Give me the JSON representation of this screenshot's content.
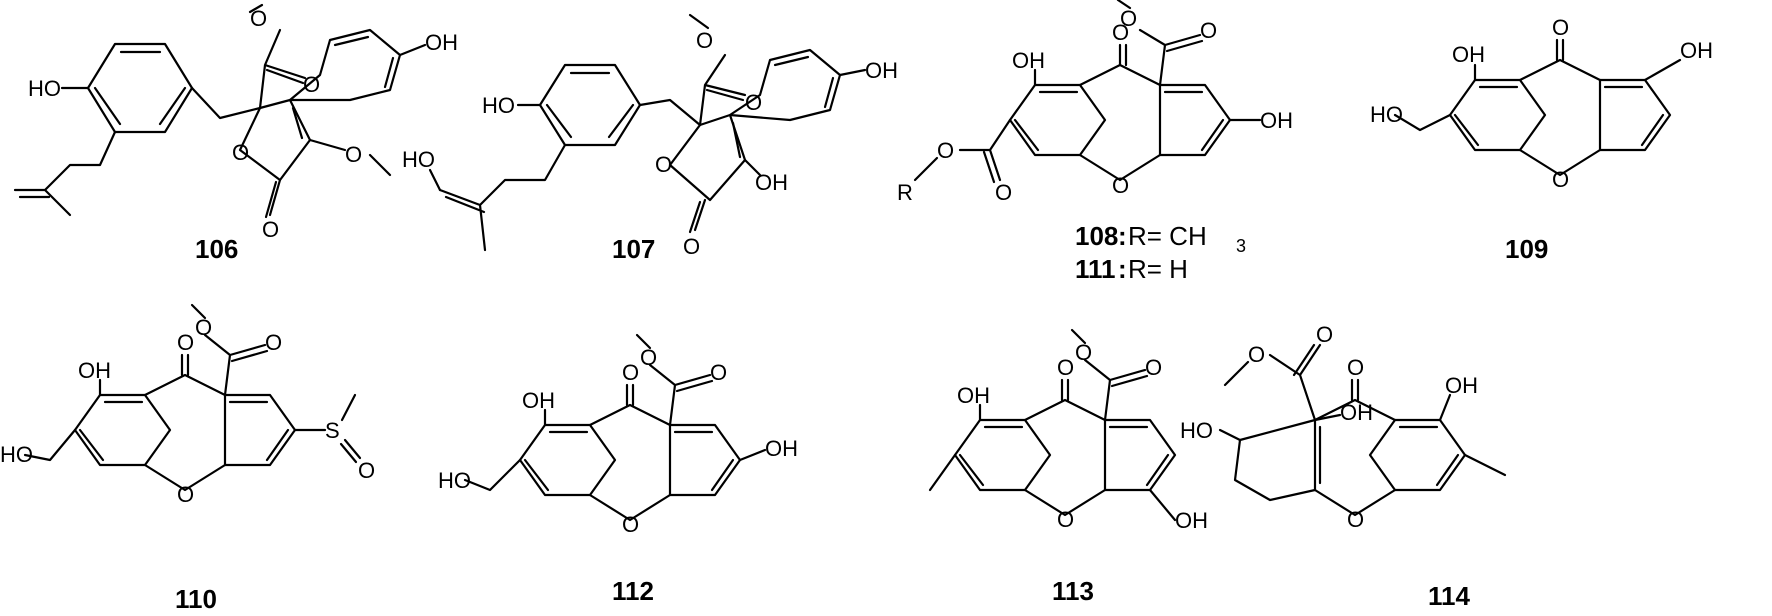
{
  "figure": {
    "compounds": [
      {
        "id": "106",
        "atom_labels": [
          "HO",
          "O",
          "O",
          "O",
          "O",
          "O",
          "OH"
        ]
      },
      {
        "id": "107",
        "atom_labels": [
          "HO",
          "HO",
          "O",
          "O",
          "O",
          "O",
          "OH",
          "OH"
        ]
      },
      {
        "id": "108",
        "substituent": "R= CH",
        "substituent_sub": "3"
      },
      {
        "id": "111",
        "substituent": "R= H"
      },
      {
        "id": "109",
        "atom_labels": [
          "OH",
          "O",
          "OH",
          "HO",
          "O"
        ]
      },
      {
        "id": "110",
        "atom_labels": [
          "O",
          "O",
          "OH",
          "O",
          "S",
          "O",
          "HO",
          "O"
        ]
      },
      {
        "id": "112",
        "atom_labels": [
          "O",
          "O",
          "OH",
          "O",
          "OH",
          "HO",
          "O"
        ]
      },
      {
        "id": "113",
        "atom_labels": [
          "O",
          "O",
          "OH",
          "O",
          "O",
          "OH"
        ]
      },
      {
        "id": "114",
        "atom_labels": [
          "O",
          "O",
          "OH",
          "HO",
          "O",
          "OH",
          "O"
        ]
      }
    ],
    "shared": {
      "r_label": "R"
    }
  }
}
